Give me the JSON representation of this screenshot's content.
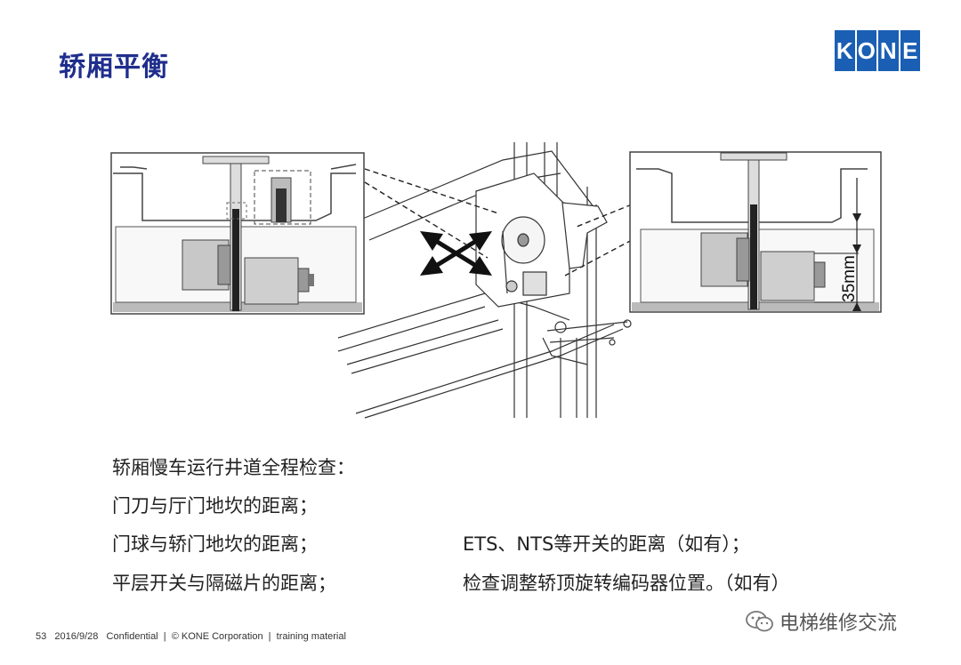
{
  "title": "轿厢平衡",
  "logo": {
    "letters": [
      "K",
      "O",
      "N",
      "E"
    ],
    "color": "#1a5fb4"
  },
  "diagram": {
    "dimension_label": "35mm"
  },
  "instructions": {
    "lines": [
      "轿厢慢车运行井道全程检查：",
      "门刀与厅门地坎的距离；",
      "门球与轿门地坎的距离；",
      "平层开关与隔磁片的距离；"
    ],
    "lines_right": [
      "ETS、NTS等开关的距离（如有）；",
      "检查调整轿顶旋转编码器位置。（如有）"
    ]
  },
  "footer": {
    "page_number": "53",
    "date": "2016/9/28",
    "text": "Confidential  |  © KONE Corporation  |  training material"
  },
  "watermark": {
    "text": "电梯维修交流",
    "icon": "wechat-icon"
  }
}
